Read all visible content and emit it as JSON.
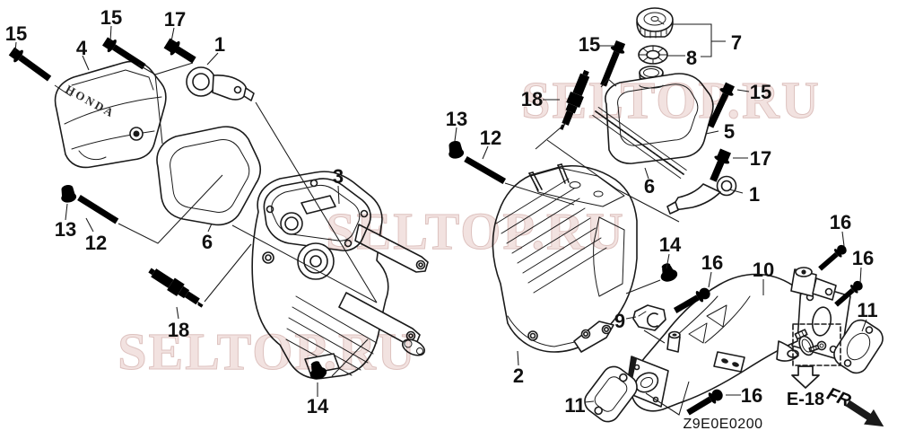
{
  "diagram": {
    "code": "Z9E0E0200",
    "page_ref": "E-18",
    "front_label": "FR.",
    "logo": "HONDA",
    "colors": {
      "line": "#1a1a1a",
      "background": "#ffffff",
      "watermark_fill": "#f2e1df",
      "watermark_outline": "#dcbfbc"
    }
  },
  "watermark": {
    "text": "SELTOP.RU"
  },
  "callouts": {
    "b15a": "15",
    "cover4": "4",
    "b15b": "15",
    "b17a": "17",
    "b1L": "1",
    "g6L": "6",
    "head3": "3",
    "n13L": "13",
    "s12L": "12",
    "p18L": "18",
    "n13C": "13",
    "s12C": "12",
    "p18T": "18",
    "b15c": "15",
    "cap7": "7",
    "w8": "8",
    "b15d": "15",
    "cover5": "5",
    "g6R": "6",
    "b17b": "17",
    "b1R": "1",
    "b14L": "14",
    "cyl2": "2",
    "b14R": "14",
    "b16a": "16",
    "man10": "10",
    "b16b": "16",
    "b16c": "16",
    "g11R": "11",
    "clamp9": "9",
    "g11L": "11",
    "b16d": "16"
  }
}
